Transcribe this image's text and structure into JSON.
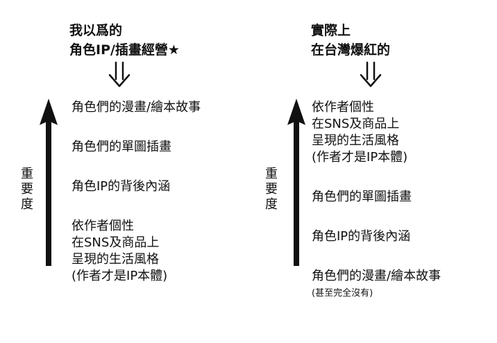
{
  "left": {
    "heading": "我以爲的\n角色IP/插畫經營★",
    "axis_label": "重要度",
    "items": [
      "角色們的漫畫/繪本故事",
      "角色們的單圖插畫",
      "角色IP的背後內涵",
      "依作者個性\n在SNS及商品上\n呈現的生活風格\n(作者才是IP本體)"
    ]
  },
  "right": {
    "heading": "實際上\n在台灣爆紅的",
    "axis_label": "重要度",
    "items": [
      "依作者個性\n在SNS及商品上\n呈現的生活風格\n(作者才是IP本體)",
      "角色們的單圖插畫",
      "角色IP的背後內涵",
      "角色們的漫畫/繪本故事"
    ],
    "last_item_note": "(甚至完全沒有)"
  }
}
